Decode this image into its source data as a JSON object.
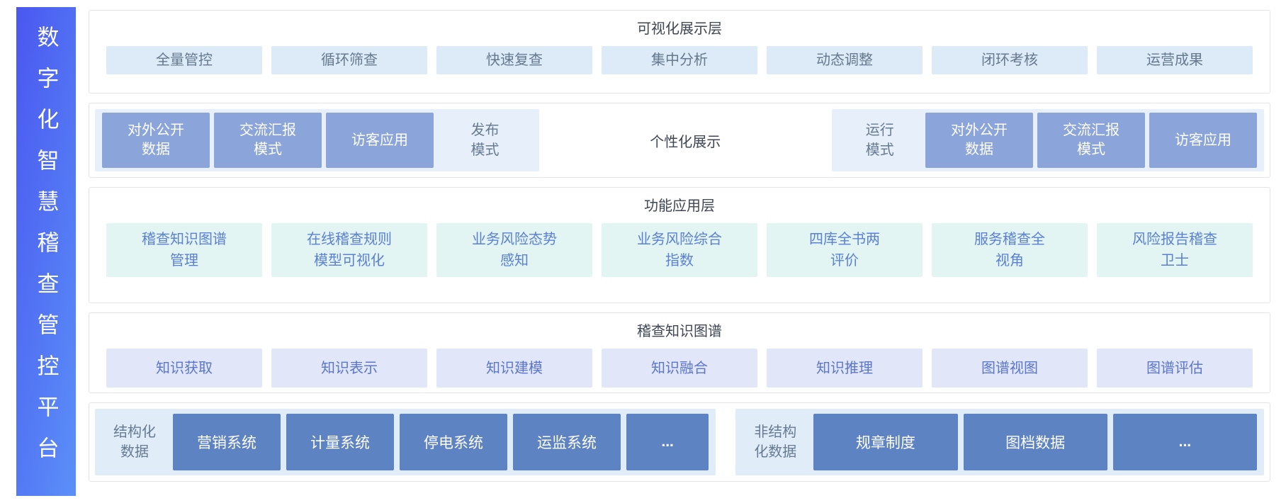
{
  "sidebar": {
    "title": "数字化智慧稽查管控平台"
  },
  "visualization_layer": {
    "title": "可视化展示层",
    "items": [
      "全量管控",
      "循环筛查",
      "快速复查",
      "集中分析",
      "动态调整",
      "闭环考核",
      "运营成果"
    ]
  },
  "display_mode_layer": {
    "publish": {
      "label": "发布\n模式",
      "boxes": [
        "对外公开\n数据",
        "交流汇报\n模式",
        "访客应用"
      ]
    },
    "center_label": "个性化展示",
    "run": {
      "label": "运行\n模式",
      "boxes": [
        "对外公开\n数据",
        "交流汇报\n模式",
        "访客应用"
      ]
    }
  },
  "function_layer": {
    "title": "功能应用层",
    "items": [
      "稽查知识图谱\n管理",
      "在线稽查规则\n模型可视化",
      "业务风险态势\n感知",
      "业务风险综合\n指数",
      "四库全书两\n评价",
      "服务稽查全\n视角",
      "风险报告稽查\n卫士"
    ]
  },
  "knowledge_graph_layer": {
    "title": "稽查知识图谱",
    "items": [
      "知识获取",
      "知识表示",
      "知识建模",
      "知识融合",
      "知识推理",
      "图谱视图",
      "图谱评估"
    ]
  },
  "data_layer": {
    "structured": {
      "label": "结构化\n数据",
      "boxes": [
        "营销系统",
        "计量系统",
        "停电系统",
        "运监系统",
        "..."
      ]
    },
    "unstructured": {
      "label": "非结构\n化数据",
      "boxes": [
        "规章制度",
        "图档数据",
        "..."
      ]
    }
  },
  "colors": {
    "sidebar_gradient_start": "#4a57f0",
    "sidebar_gradient_end": "#5b90f8",
    "chip_blue_bg": "#dcebf7",
    "chip_blue_text": "#66788e",
    "chip_mint_bg": "#e2f5f2",
    "chip_mint_text": "#5b80d5",
    "chip_lavender_bg": "#e1e6f9",
    "chip_lavender_text": "#5b76cd",
    "mode_panel_bg": "#e7f0fa",
    "mode_box_bg": "#8ba4d9",
    "data_panel_bg": "#e0edf9",
    "data_box_bg": "#5d83c3",
    "layer_title_text": "#3e4654",
    "layer_border": "#e3e4e8"
  }
}
